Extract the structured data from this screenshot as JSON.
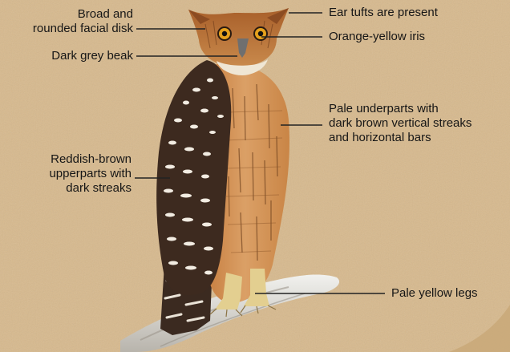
{
  "annotations": {
    "facial_disk": [
      "Broad and",
      "rounded facial disk"
    ],
    "beak": [
      "Dark grey beak"
    ],
    "upperparts": [
      "Reddish-brown",
      "upperparts with",
      "dark streaks"
    ],
    "ear_tufts": [
      "Ear tufts are present"
    ],
    "iris": [
      "Orange-yellow iris"
    ],
    "underparts": [
      "Pale underparts with",
      "dark brown vertical streaks",
      "and horizontal bars"
    ],
    "legs": [
      "Pale yellow legs"
    ]
  },
  "colors": {
    "background": "#d7b98d",
    "label_text": "#161616",
    "leader_line": "#222222",
    "plumage_rufous": "#b76a2f",
    "underparts": "#d79a5c",
    "wing_dark": "#3d2a1f",
    "wing_spots": "#f2ece2",
    "iris": "#e6a11c",
    "beak": "#6f6f6f",
    "branch": "#dfe0dc"
  }
}
